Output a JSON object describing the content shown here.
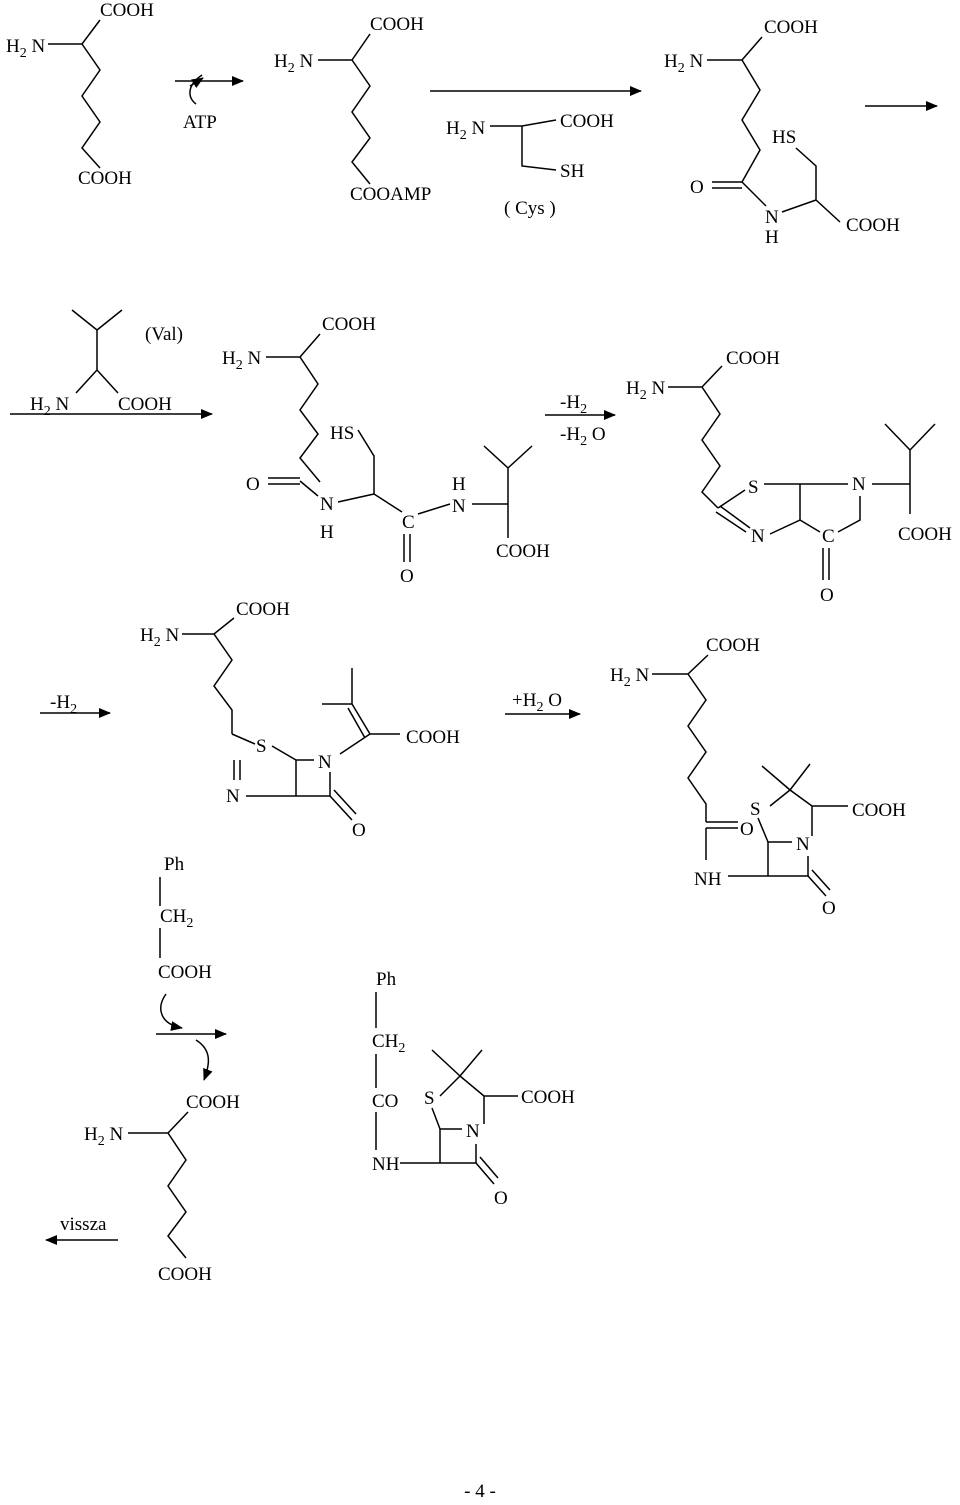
{
  "labels": {
    "H2N": "H",
    "H2N_sub": "2",
    "H2N_N": " N",
    "COOH": "COOH",
    "COOAMP": "COOAMP",
    "SH": "SH",
    "HS": "HS",
    "O": "O",
    "N": "N",
    "H": "H",
    "NH": "NH",
    "C": "C",
    "S": "S",
    "CO": "CO",
    "Ph": "Ph",
    "CH": "CH",
    "CH_sub": "2",
    "ATP": "ATP",
    "Cys": "( Cys )",
    "Val": "(Val)",
    "minus_H": "-H",
    "two": "2",
    "minus_H2O_pre": "-H",
    "minus_H2O_post": " O",
    "plus_H2O_pre": "+H",
    "plus_H2O_post": " O",
    "vissza": "vissza"
  },
  "page_number": "- 4 -"
}
